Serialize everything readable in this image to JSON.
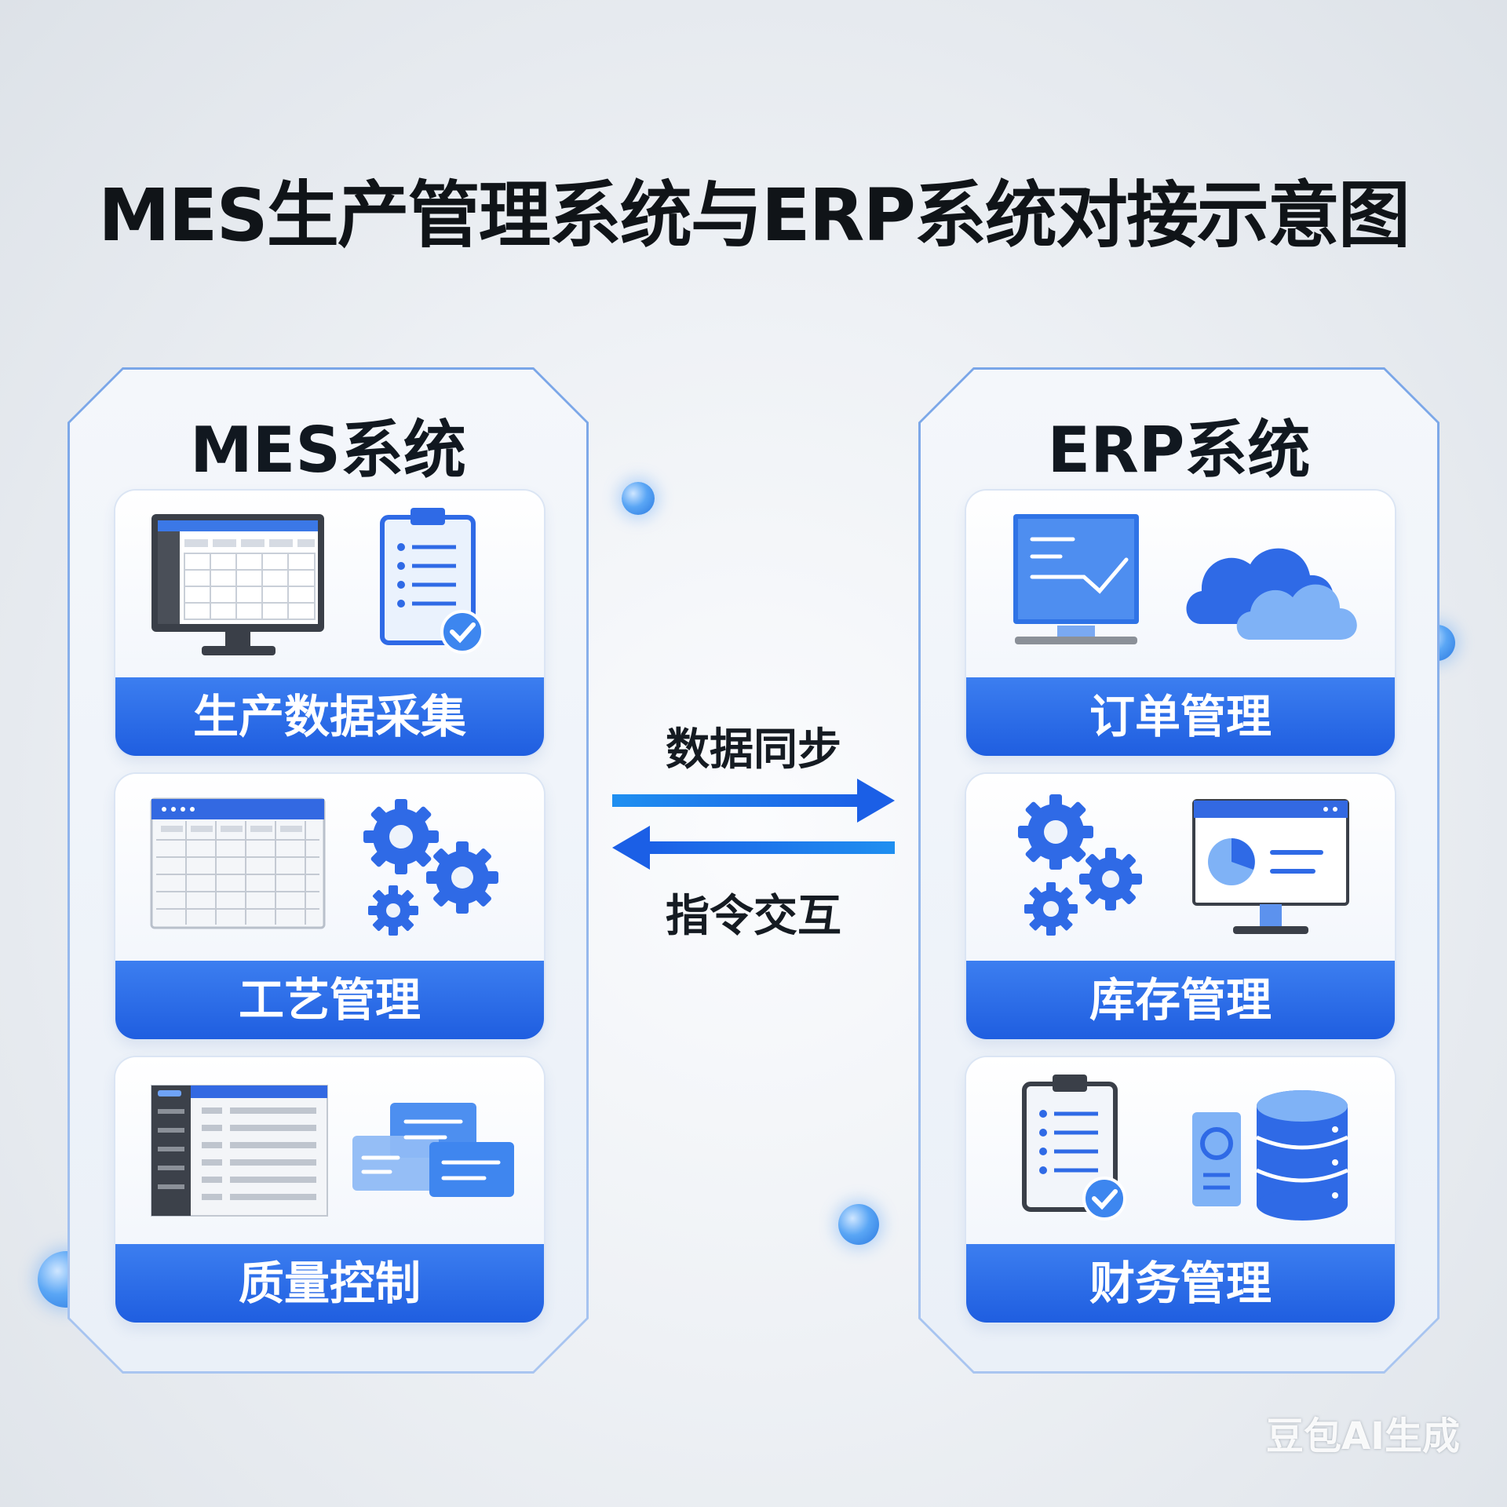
{
  "title": "MES生产管理系统与ERP系统对接示意图",
  "mes": {
    "title": "MES系统",
    "modules": [
      {
        "label": "生产数据采集",
        "icons": [
          "monitor-table-icon",
          "clipboard-check-icon"
        ]
      },
      {
        "label": "工艺管理",
        "icons": [
          "spreadsheet-icon",
          "gears-icon"
        ]
      },
      {
        "label": "质量控制",
        "icons": [
          "document-list-icon",
          "message-cards-icon"
        ]
      }
    ]
  },
  "erp": {
    "title": "ERP系统",
    "modules": [
      {
        "label": "订单管理",
        "icons": [
          "trend-monitor-icon",
          "cloud-icon"
        ]
      },
      {
        "label": "库存管理",
        "icons": [
          "gears-icon",
          "pie-chart-monitor-icon"
        ]
      },
      {
        "label": "财务管理",
        "icons": [
          "clipboard-check-icon",
          "database-server-icon"
        ]
      }
    ]
  },
  "connection": {
    "forward_label": "数据同步",
    "backward_label": "指令交互"
  },
  "watermark": "豆包AI生成",
  "colors": {
    "accent": "#2563e6",
    "label_bg": "#2f6eea",
    "dark": "#3a3f48"
  }
}
